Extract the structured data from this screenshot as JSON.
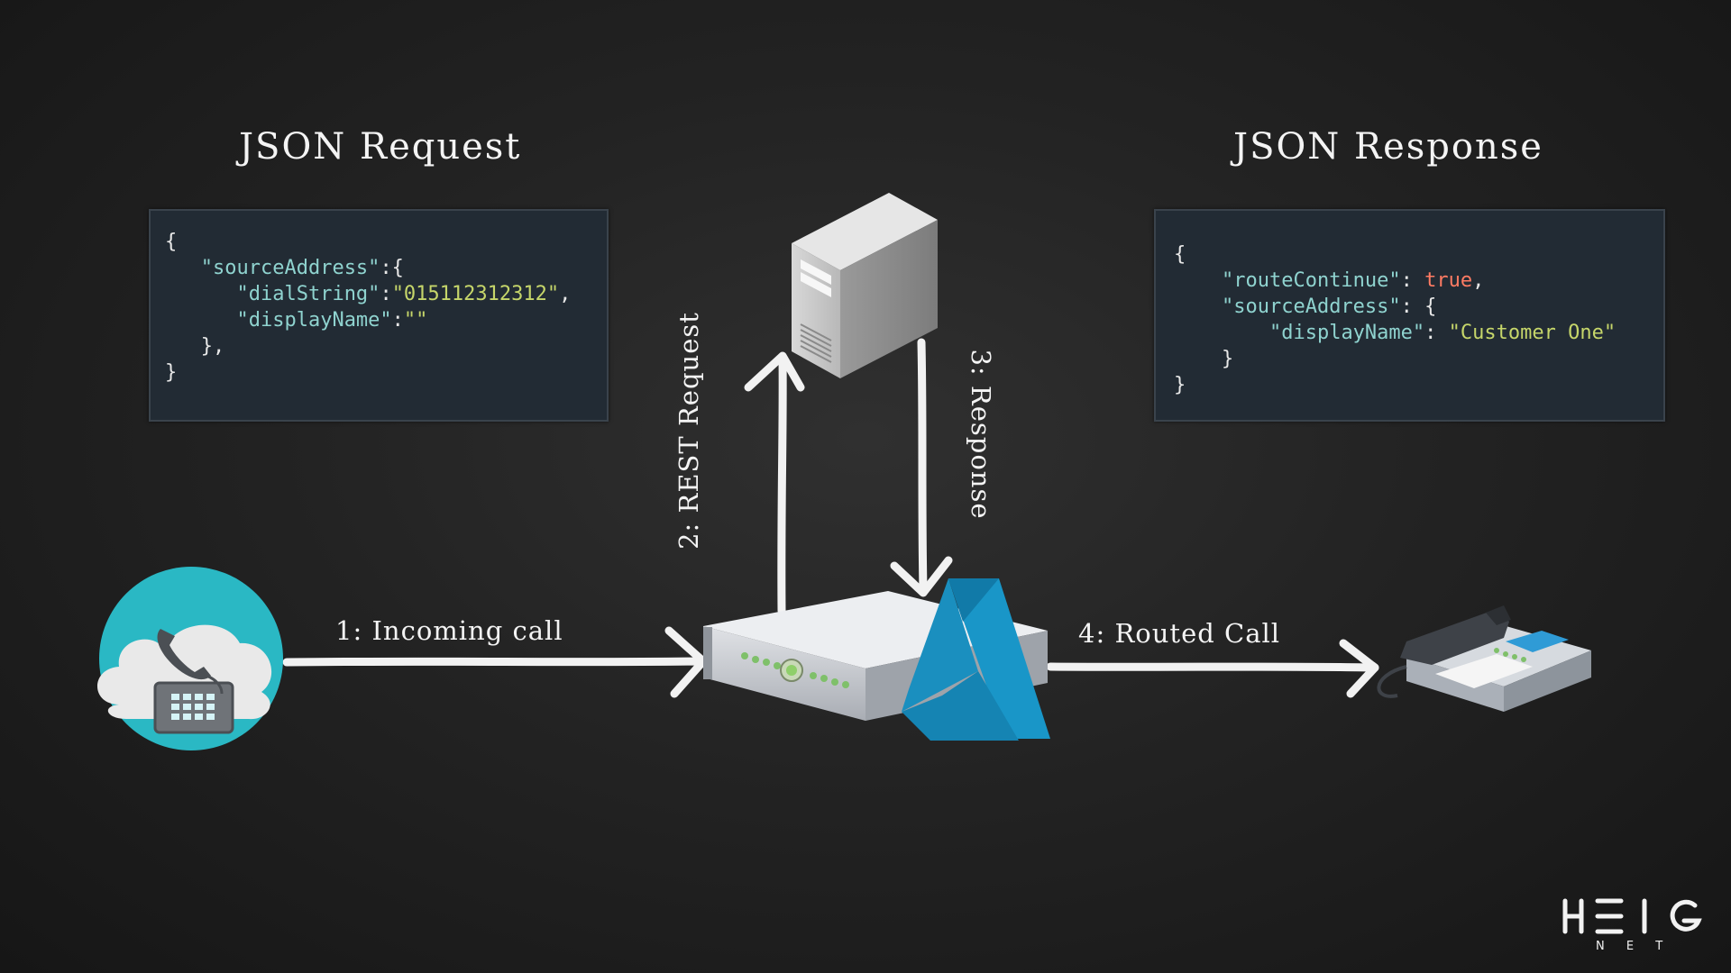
{
  "request": {
    "heading": "JSON Request",
    "lines": [
      [
        {
          "t": "p",
          "v": "{"
        }
      ],
      [
        {
          "t": "p",
          "v": "   "
        },
        {
          "t": "k",
          "v": "\"sourceAddress\""
        },
        {
          "t": "p",
          "v": ":{"
        }
      ],
      [
        {
          "t": "p",
          "v": "      "
        },
        {
          "t": "k",
          "v": "\"dialString\""
        },
        {
          "t": "p",
          "v": ":"
        },
        {
          "t": "s",
          "v": "\"015112312312\""
        },
        {
          "t": "p",
          "v": ","
        }
      ],
      [
        {
          "t": "p",
          "v": "      "
        },
        {
          "t": "k",
          "v": "\"displayName\""
        },
        {
          "t": "p",
          "v": ":"
        },
        {
          "t": "s",
          "v": "\"\""
        }
      ],
      [
        {
          "t": "p",
          "v": "   },"
        }
      ],
      [
        {
          "t": "p",
          "v": "}"
        }
      ]
    ]
  },
  "response": {
    "heading": "JSON Response",
    "lines": [
      [
        {
          "t": "p",
          "v": "{"
        }
      ],
      [
        {
          "t": "p",
          "v": "    "
        },
        {
          "t": "k",
          "v": "\"routeContinue\""
        },
        {
          "t": "p",
          "v": ": "
        },
        {
          "t": "b",
          "v": "true"
        },
        {
          "t": "p",
          "v": ","
        }
      ],
      [
        {
          "t": "p",
          "v": "    "
        },
        {
          "t": "k",
          "v": "\"sourceAddress\""
        },
        {
          "t": "p",
          "v": ": {"
        }
      ],
      [
        {
          "t": "p",
          "v": "        "
        },
        {
          "t": "k",
          "v": "\"displayName\""
        },
        {
          "t": "p",
          "v": ": "
        },
        {
          "t": "s",
          "v": "\"Customer One\""
        }
      ],
      [
        {
          "t": "p",
          "v": "    }"
        }
      ],
      [
        {
          "t": "p",
          "v": "}"
        }
      ]
    ]
  },
  "steps": {
    "step1": "1: Incoming call",
    "step2": "2: REST Request",
    "step3": "3: Response",
    "step4": "4: Routed Call"
  },
  "logo": {
    "name": "HEIG",
    "sub": "N E T"
  },
  "icons": {
    "cloud": "cloud-phone-icon",
    "server": "server-tower-icon",
    "appliance": "rack-appliance-icon",
    "azure": "azure-logo-icon",
    "phone": "desk-phone-icon"
  },
  "colors": {
    "background": "#1e1e1e",
    "panel": "#222b34",
    "key": "#8fd3cf",
    "string": "#c6d66a",
    "boolean": "#ff7b63",
    "teal": "#2ab8c4",
    "azure": "#1996c8"
  }
}
